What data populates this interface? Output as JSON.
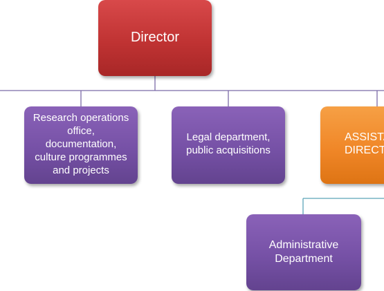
{
  "nodes": {
    "director": {
      "label": "Director"
    },
    "research": {
      "label": "Research operations\noffice,\ndocumentation,\nculture programmes\nand projects"
    },
    "legal": {
      "label": "Legal department,\npublic acquisitions"
    },
    "assistant": {
      "label": "ASSISTANT\nDIRECTOR"
    },
    "admin": {
      "label": "Administrative\nDepartment"
    }
  },
  "colors": {
    "director": "#c03333",
    "department": "#7651a6",
    "assistant": "#f08728",
    "connector_main": "#7b6aa8",
    "connector_sub": "#5aa3b8"
  }
}
